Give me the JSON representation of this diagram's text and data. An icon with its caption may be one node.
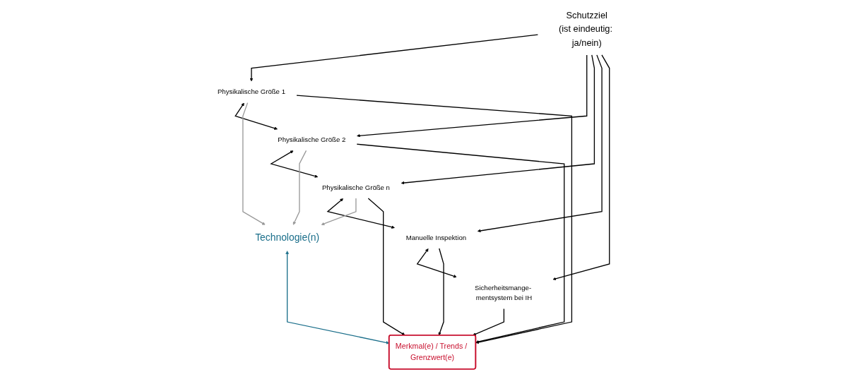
{
  "diagram": {
    "nodes": [
      {
        "text": [
          "Schutzziel",
          "(ist eindeutig: ja/nein)"
        ]
      },
      {
        "text": [
          "Physikalische Größe 1"
        ]
      },
      {
        "text": [
          "Physikalische Größe 2"
        ]
      },
      {
        "text": [
          "Physikalische Größe n"
        ]
      },
      {
        "text": [
          "Manuelle Inspektion"
        ]
      },
      {
        "text": [
          "Sicherheitsmange- mentsystem bei IH"
        ]
      },
      {
        "text": [
          "Technologie(n)"
        ]
      },
      {
        "text": [
          "Merkmal(e) / Trends / Grenzwert(e)"
        ]
      }
    ],
    "edges": [
      {
        "from": 0,
        "to": 1,
        "arrow": "to"
      },
      {
        "from": 0,
        "to": 2,
        "arrow": "to"
      },
      {
        "from": 0,
        "to": 3,
        "arrow": "to"
      },
      {
        "from": 0,
        "to": 4,
        "arrow": "to"
      },
      {
        "from": 0,
        "to": 5,
        "arrow": "to"
      },
      {
        "from": 1,
        "to": 2,
        "arrow": "both"
      },
      {
        "from": 2,
        "to": 3,
        "arrow": "both"
      },
      {
        "from": 3,
        "to": 4,
        "arrow": "both"
      },
      {
        "from": 4,
        "to": 5,
        "arrow": "both"
      },
      {
        "from": 1,
        "to": 6,
        "arrow": "to",
        "color": "#999999"
      },
      {
        "from": 1,
        "to": 7,
        "arrow": "to"
      },
      {
        "from": 2,
        "to": 6,
        "arrow": "to",
        "color": "#999999"
      },
      {
        "from": 2,
        "to": 7,
        "arrow": "to"
      },
      {
        "from": 3,
        "to": 6,
        "arrow": "to",
        "color": "#999999"
      },
      {
        "from": 3,
        "to": 7,
        "arrow": "to"
      },
      {
        "from": 4,
        "to": 7,
        "arrow": "to"
      },
      {
        "from": 5,
        "to": 7,
        "arrow": "to"
      },
      {
        "from": 6,
        "to": 7,
        "arrow": "both",
        "color": "#1a6e8a"
      }
    ]
  }
}
